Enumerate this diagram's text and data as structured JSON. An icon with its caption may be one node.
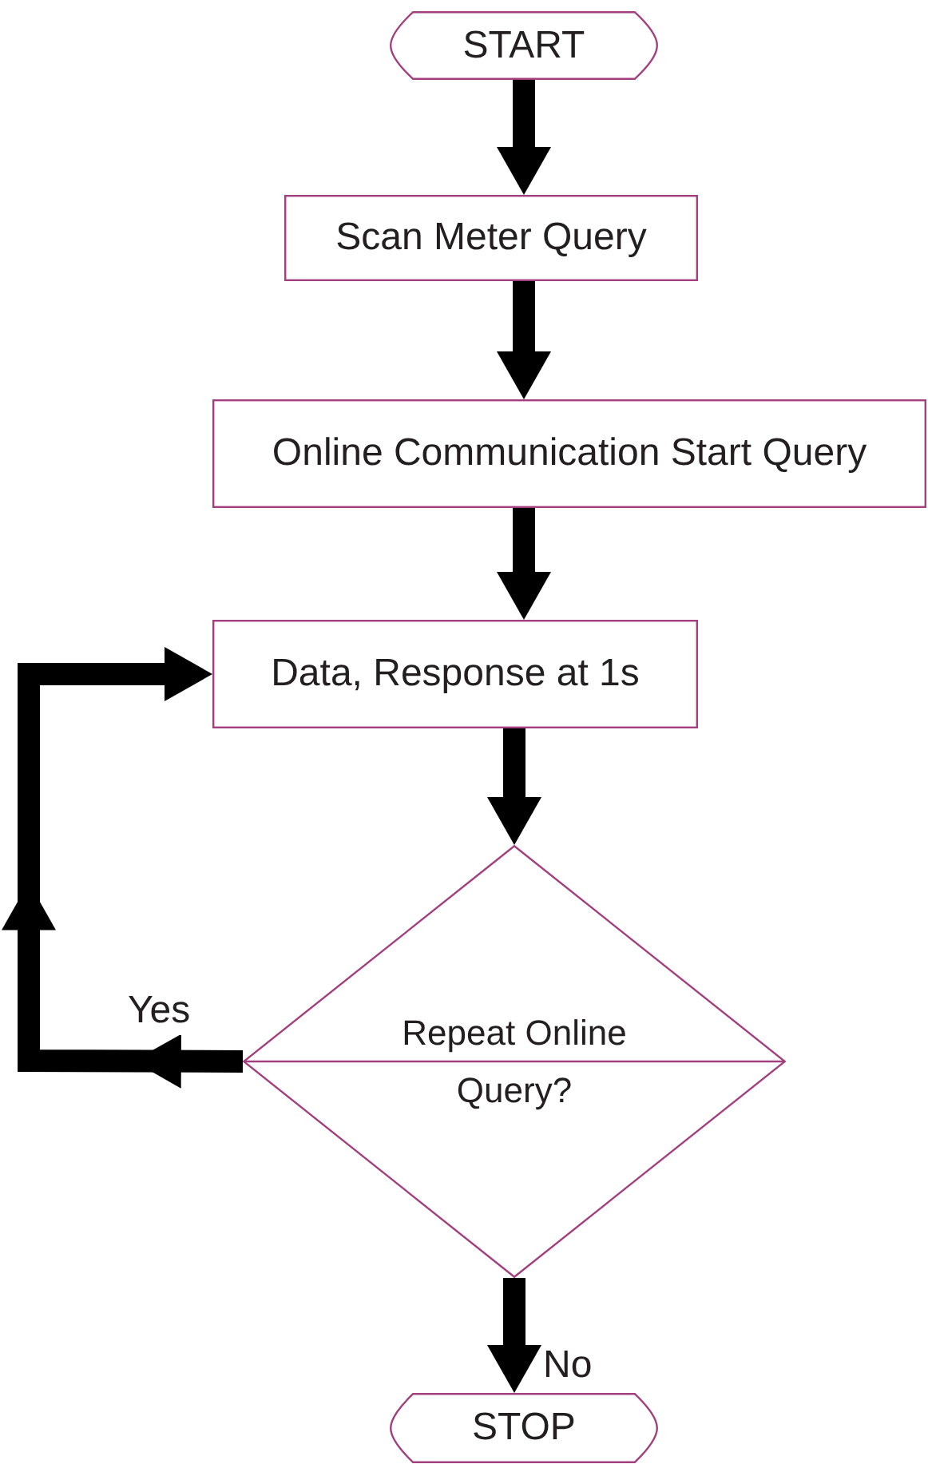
{
  "diagram": {
    "nodes": [
      {
        "text": [
          "START"
        ]
      },
      {
        "text": [
          "Scan Meter Query"
        ]
      },
      {
        "text": [
          "Online Communication Start Query"
        ]
      },
      {
        "text": [
          "Data, Response at 1s"
        ]
      },
      {
        "text": [
          "Repeat Online Query?"
        ]
      },
      {
        "text": [
          "STOP"
        ]
      }
    ],
    "edges": [
      {
        "from": 0,
        "to": 1,
        "arrow": "to"
      },
      {
        "from": 1,
        "to": 2,
        "arrow": "to"
      },
      {
        "from": 2,
        "to": 3,
        "arrow": "to"
      },
      {
        "from": 3,
        "to": 4,
        "arrow": "to"
      },
      {
        "from": 4,
        "to": 3,
        "arrow": "to",
        "label": "Yes"
      },
      {
        "from": 4,
        "to": 5,
        "arrow": "to",
        "label": "No"
      }
    ]
  }
}
